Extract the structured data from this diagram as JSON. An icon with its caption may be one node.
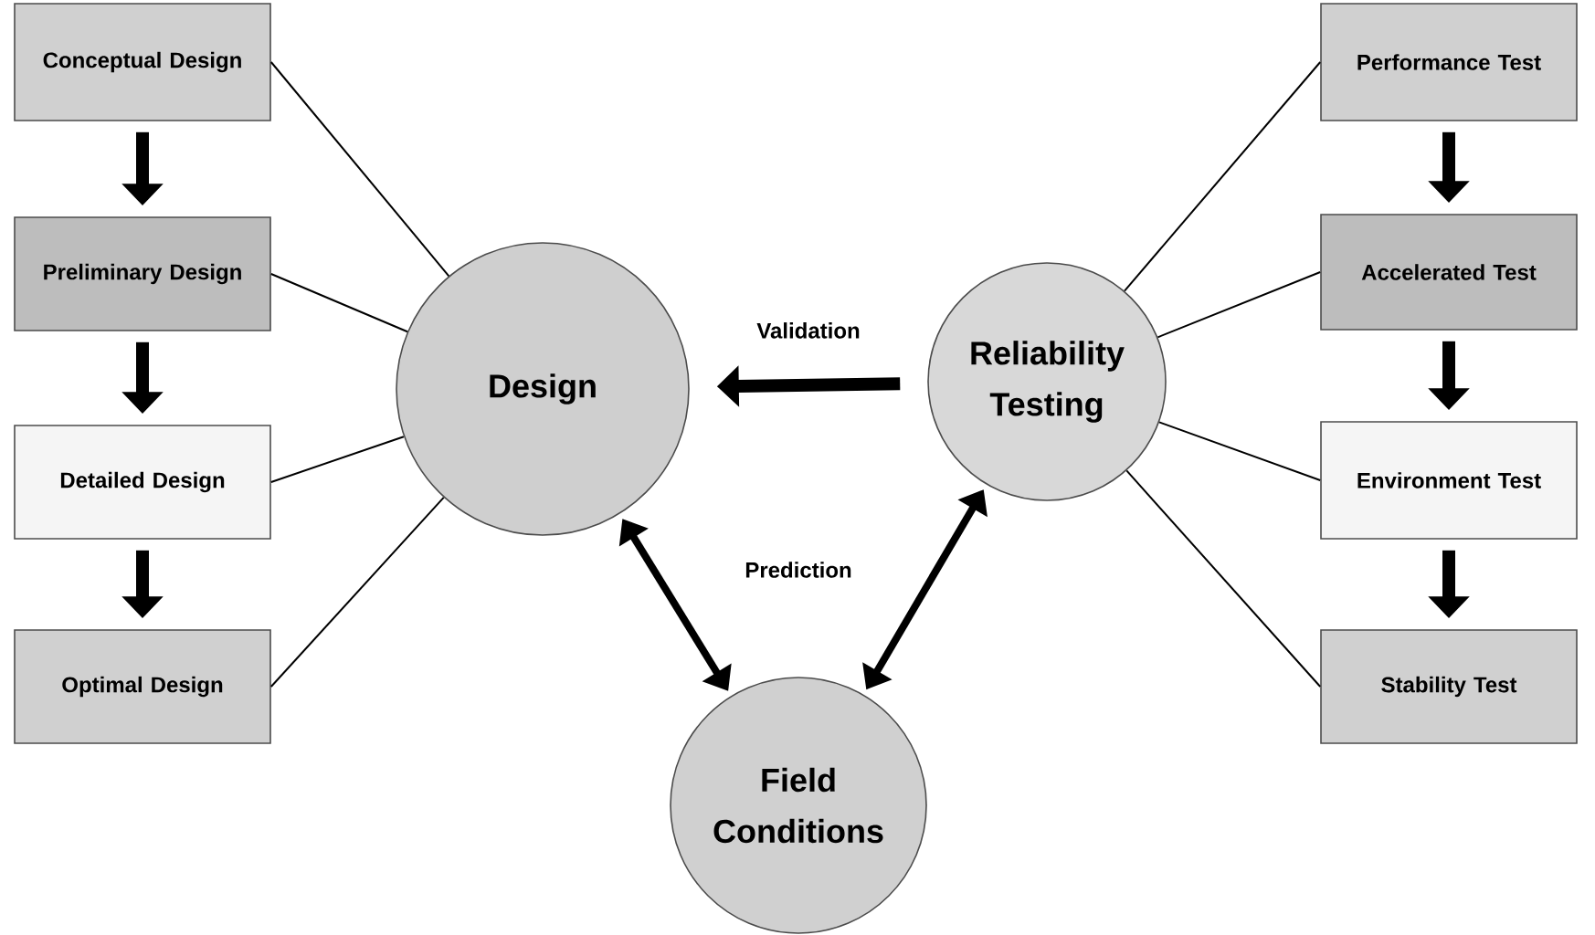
{
  "diagram": {
    "nodes": [
      {
        "text": [
          "Conceptual Design"
        ]
      },
      {
        "text": [
          "Preliminary Design"
        ]
      },
      {
        "text": [
          "Detailed Design"
        ]
      },
      {
        "text": [
          "Optimal Design"
        ]
      },
      {
        "text": [
          "Design"
        ]
      },
      {
        "text": [
          "Reliability Testing"
        ]
      },
      {
        "text": [
          "Field Conditions"
        ]
      },
      {
        "text": [
          "Performance Test"
        ]
      },
      {
        "text": [
          "Accelerated Test"
        ]
      },
      {
        "text": [
          "Environment Test"
        ]
      },
      {
        "text": [
          "Stability Test"
        ]
      }
    ],
    "edges": [
      {
        "from": 0,
        "to": 4,
        "arrow": "none"
      },
      {
        "from": 1,
        "to": 4,
        "arrow": "none"
      },
      {
        "from": 2,
        "to": 4,
        "arrow": "none"
      },
      {
        "from": 3,
        "to": 4,
        "arrow": "none"
      },
      {
        "from": 7,
        "to": 5,
        "arrow": "none"
      },
      {
        "from": 8,
        "to": 5,
        "arrow": "none"
      },
      {
        "from": 9,
        "to": 5,
        "arrow": "none"
      },
      {
        "from": 10,
        "to": 5,
        "arrow": "none"
      },
      {
        "from": 0,
        "to": 1,
        "arrow": "to"
      },
      {
        "from": 1,
        "to": 2,
        "arrow": "to"
      },
      {
        "from": 2,
        "to": 3,
        "arrow": "to"
      },
      {
        "from": 7,
        "to": 8,
        "arrow": "to"
      },
      {
        "from": 8,
        "to": 9,
        "arrow": "to"
      },
      {
        "from": 9,
        "to": 10,
        "arrow": "to"
      },
      {
        "from": 5,
        "to": 4,
        "arrow": "to",
        "label": "Validation"
      },
      {
        "from": 4,
        "to": 6,
        "arrow": "both"
      },
      {
        "from": 5,
        "to": 6,
        "arrow": "both"
      }
    ],
    "labels": [
      "Prediction"
    ]
  }
}
